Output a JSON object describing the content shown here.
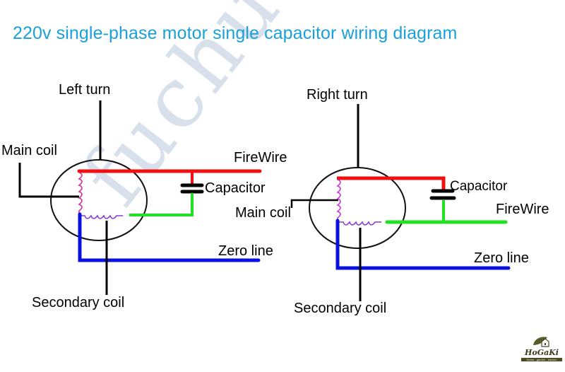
{
  "title": "220v single-phase motor single capacitor wiring diagram",
  "watermark": "fuchuang",
  "colors": {
    "title": "#1aa0db",
    "fire_wire": "#f01010",
    "zero_line": "#0a10e0",
    "capacitor_lead": "#22e022",
    "main_coil": "#d0309a",
    "secondary_coil": "#8a3ad0",
    "motor_outline": "#111111",
    "watermark": "#d5dfea"
  },
  "left_diagram": {
    "direction_label": "Left turn",
    "main_coil_label": "Main coil",
    "fire_wire_label": "FireWire",
    "capacitor_label": "Capacitor",
    "zero_line_label": "Zero line",
    "secondary_coil_label": "Secondary coil"
  },
  "right_diagram": {
    "direction_label": "Right turn",
    "main_coil_label": "Main coil",
    "fire_wire_label": "FireWire",
    "capacitor_label": "Capacitor",
    "zero_line_label": "Zero line",
    "secondary_coil_label": "Secondary coil"
  },
  "logo": {
    "name": "HoGaKi",
    "tagline": "Home - garden - kitchen",
    "icon": "leaf-house-icon"
  }
}
